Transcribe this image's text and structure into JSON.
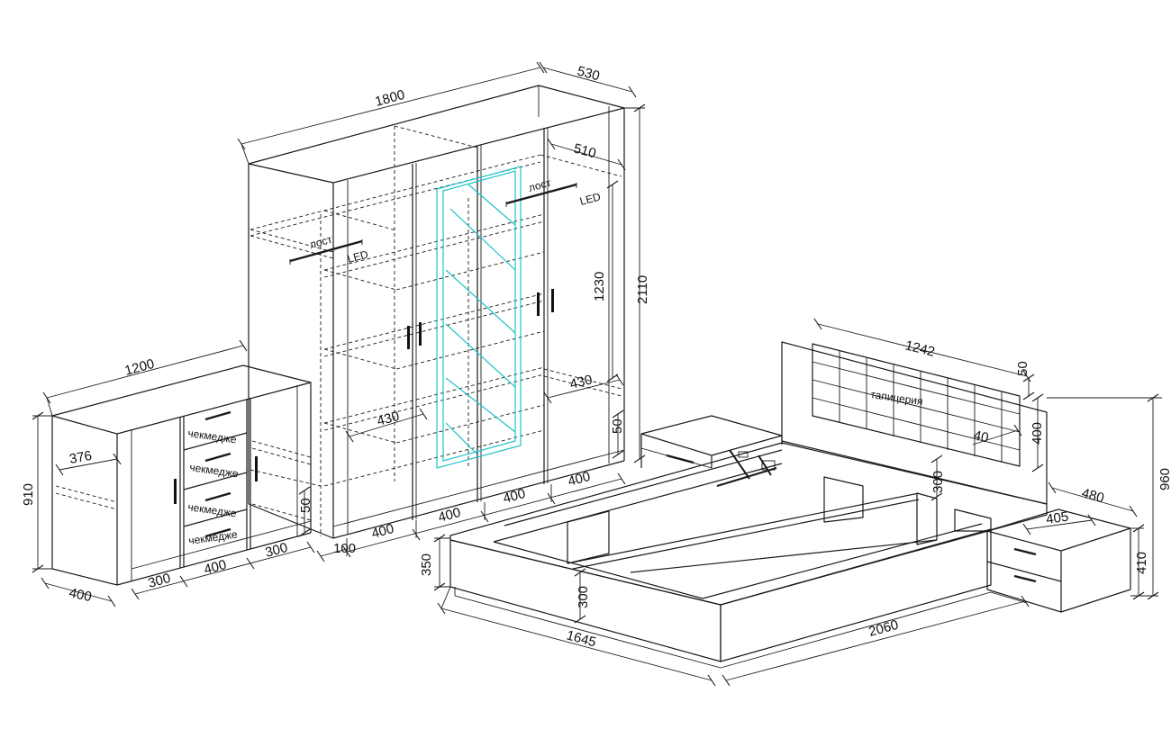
{
  "wardrobe": {
    "width": "1800",
    "depth": "530",
    "height": "2110",
    "inner_depth": "510",
    "rail_height": "1230",
    "shelf_depth_right": "430",
    "shelf_depth_left": "430",
    "plinth": "50",
    "module_1": "400",
    "module_2": "400",
    "module_3": "400",
    "module_4": "400",
    "offset": "100",
    "rail_label_left": "лост",
    "rail_label_right": "лост",
    "led_left": "LED",
    "led_right": "LED"
  },
  "dresser": {
    "width": "1200",
    "depth": "400",
    "height": "910",
    "inner_depth": "376",
    "plinth": "50",
    "section_left": "300",
    "section_middle": "400",
    "section_right": "300",
    "drawer_label_1": "чекмедже",
    "drawer_label_2": "чекмедже",
    "drawer_label_3": "чекмедже",
    "drawer_label_4": "чекмедже"
  },
  "bed": {
    "width": "1645",
    "length": "2060",
    "frame_height": "350",
    "inner_height": "300",
    "slat_height": "300",
    "headboard_width": "1242",
    "headboard_top": "50",
    "headboard_height": "400",
    "headboard_inset": "40",
    "total_height": "960",
    "headboard_label": "тапицерия"
  },
  "nightstand": {
    "width": "480",
    "depth": "405",
    "height": "410"
  }
}
